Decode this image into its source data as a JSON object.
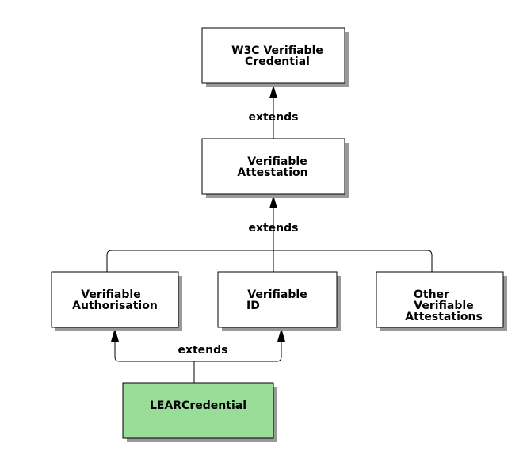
{
  "nodes": {
    "w3c": {
      "lines": [
        "W3C Verifiable",
        "Credential"
      ]
    },
    "attestation": {
      "lines": [
        "Verifiable",
        "Attestation"
      ]
    },
    "authorisation": {
      "lines": [
        "Verifiable",
        "Authorisation"
      ]
    },
    "verifiable_id": {
      "lines": [
        "Verifiable",
        "ID"
      ]
    },
    "other": {
      "lines": [
        "Other",
        "Verifiable",
        "Attestations"
      ]
    },
    "lear": {
      "lines": [
        "LEARCredential"
      ]
    }
  },
  "edges": {
    "attestation_to_w3c": "extends",
    "children_to_attestation": "extends",
    "lear_to_parents": "extends"
  },
  "colors": {
    "box_fill": "#ffffff",
    "lear_fill": "#99dd99",
    "stroke": "#000000",
    "shadow": "#9a9a9a"
  }
}
